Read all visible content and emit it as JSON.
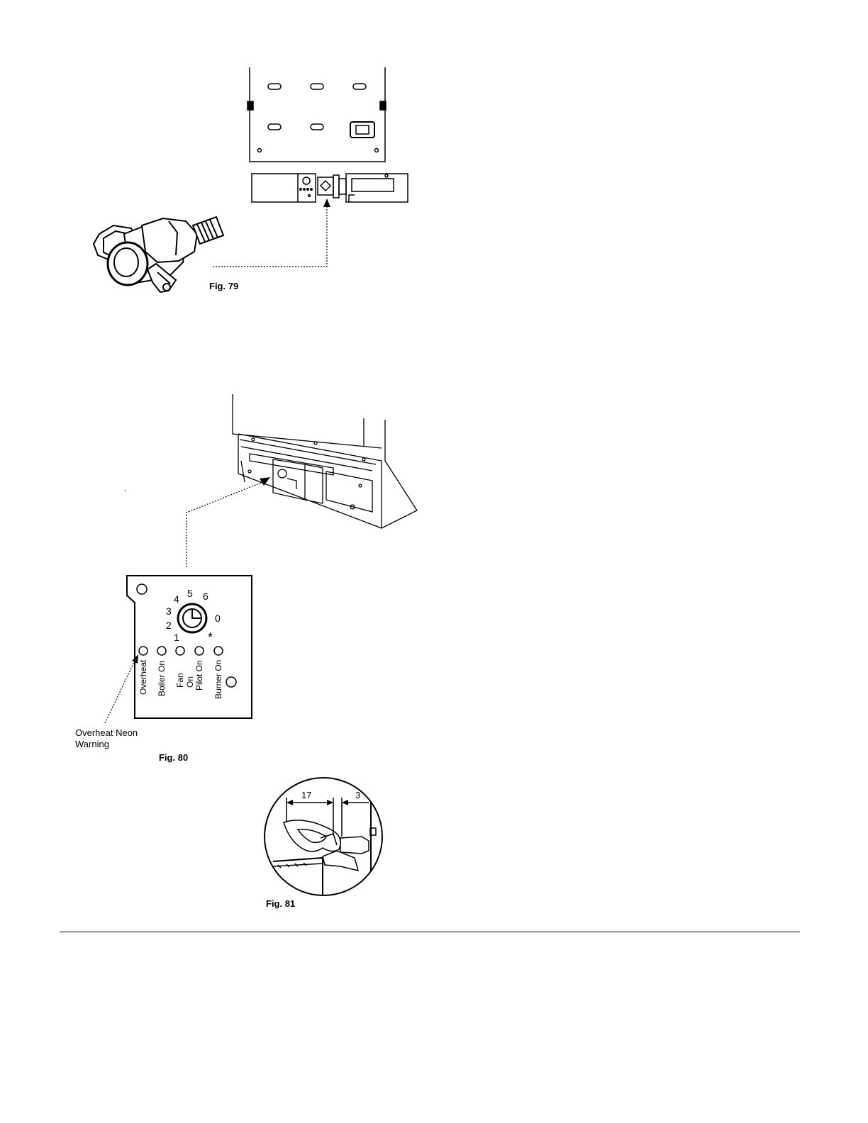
{
  "figures": {
    "fig79": {
      "caption": "Fig. 79"
    },
    "fig80": {
      "caption": "Fig. 80",
      "dial_numbers": [
        "5",
        "6",
        "4",
        "3",
        "0",
        "2",
        "1",
        "*"
      ],
      "indicator_labels": [
        "Overheat",
        "Boiler On",
        "Fan On",
        "Pilot On",
        "Burner On"
      ],
      "note_line1": "Overheat Neon",
      "note_line2": "Warning"
    },
    "fig81": {
      "caption": "Fig. 81",
      "dimension_a": "17",
      "dimension_b": "3"
    }
  }
}
